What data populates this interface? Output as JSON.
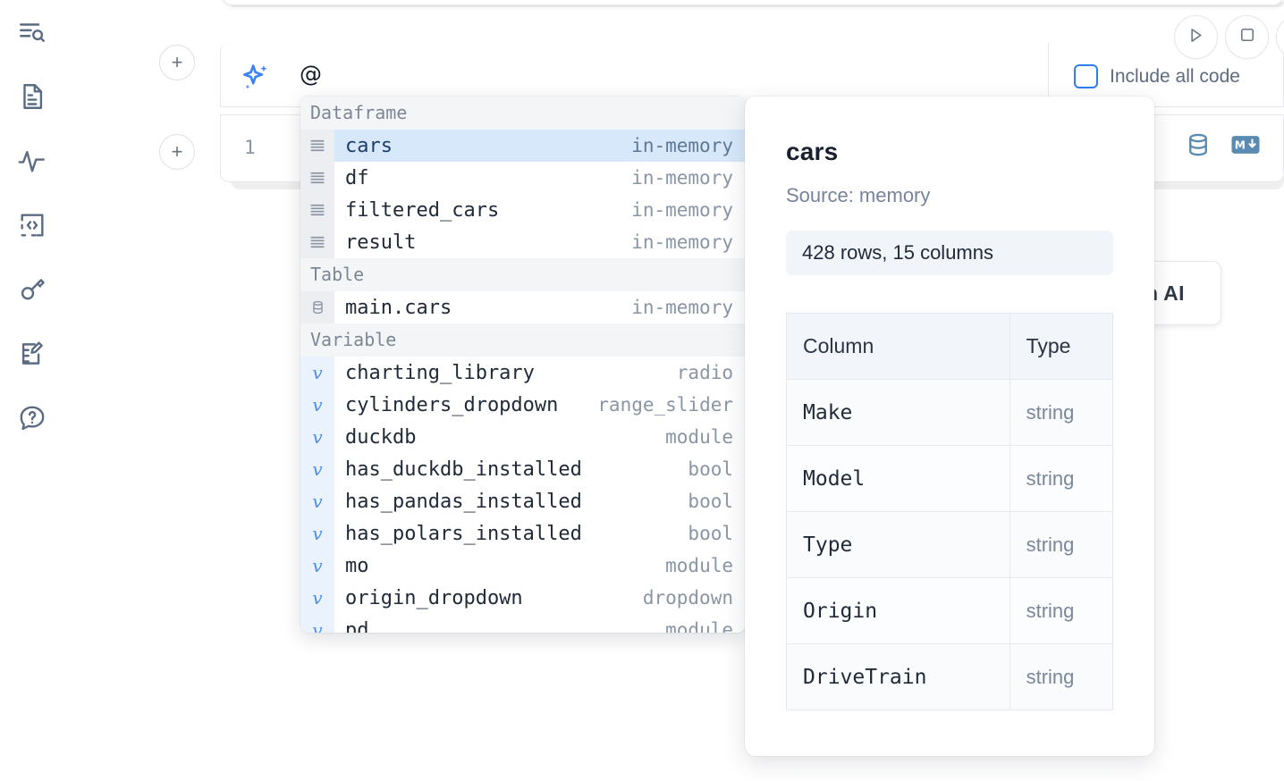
{
  "sidebar": {
    "items": [
      {
        "name": "outline-search-icon",
        "label": "Explore / search outline"
      },
      {
        "name": "document-icon",
        "label": "Notebook file"
      },
      {
        "name": "activity-pulse-icon",
        "label": "Activity"
      },
      {
        "name": "code-snippet-icon",
        "label": "Snippets"
      },
      {
        "name": "key-icon",
        "label": "Secrets"
      },
      {
        "name": "notebook-edit-icon",
        "label": "Scratchpad"
      },
      {
        "name": "help-chat-icon",
        "label": "Help"
      }
    ]
  },
  "toolbar": {
    "run_label": "Run",
    "stop_label": "Stop",
    "add_cell_label": "+"
  },
  "ai_cell": {
    "prompt_value": "@",
    "sparkle_icon": "sparkles-icon",
    "include_all_code_label": "Include all code",
    "include_all_code_checked": false
  },
  "code_cell": {
    "line_number": "1",
    "icons": [
      {
        "name": "database-icon",
        "label": "SQL cell"
      },
      {
        "name": "markdown-icon",
        "label": "Markdown cell"
      }
    ]
  },
  "ai_chip": {
    "label": "h AI"
  },
  "dropdown": {
    "groups": [
      {
        "title": "Dataframe",
        "icon": "dataframe-icon",
        "kind": "dataframe",
        "items": [
          {
            "name": "cars",
            "type": "in-memory",
            "selected": true
          },
          {
            "name": "df",
            "type": "in-memory",
            "selected": false
          },
          {
            "name": "filtered_cars",
            "type": "in-memory",
            "selected": false
          },
          {
            "name": "result",
            "type": "in-memory",
            "selected": false
          }
        ]
      },
      {
        "title": "Table",
        "icon": "table-db-icon",
        "kind": "table",
        "items": [
          {
            "name": "main.cars",
            "type": "in-memory",
            "selected": false
          }
        ]
      },
      {
        "title": "Variable",
        "icon": "variable-icon",
        "kind": "variable",
        "items": [
          {
            "name": "charting_library",
            "type": "radio",
            "selected": false
          },
          {
            "name": "cylinders_dropdown",
            "type": "range_slider",
            "selected": false
          },
          {
            "name": "duckdb",
            "type": "module",
            "selected": false
          },
          {
            "name": "has_duckdb_installed",
            "type": "bool",
            "selected": false
          },
          {
            "name": "has_pandas_installed",
            "type": "bool",
            "selected": false
          },
          {
            "name": "has_polars_installed",
            "type": "bool",
            "selected": false
          },
          {
            "name": "mo",
            "type": "module",
            "selected": false
          },
          {
            "name": "origin_dropdown",
            "type": "dropdown",
            "selected": false
          },
          {
            "name": "pd",
            "type": "module",
            "selected": false
          }
        ]
      }
    ]
  },
  "detail_panel": {
    "title": "cars",
    "source": "Source: memory",
    "shape": "428 rows, 15 columns",
    "columns_header": "Column",
    "type_header": "Type",
    "rows": [
      {
        "column": "Make",
        "type": "string"
      },
      {
        "column": "Model",
        "type": "string"
      },
      {
        "column": "Type",
        "type": "string"
      },
      {
        "column": "Origin",
        "type": "string"
      },
      {
        "column": "DriveTrain",
        "type": "string"
      }
    ]
  },
  "colors": {
    "accent_blue": "#2f7ef0",
    "selection_blue": "#d8e8fb",
    "sparkle_blue": "#3b82f6",
    "muted_text": "#8a95a5",
    "panel_bg": "#ffffff",
    "group_header_bg": "#f4f5f7",
    "db_icon": "#5b8bb0"
  }
}
